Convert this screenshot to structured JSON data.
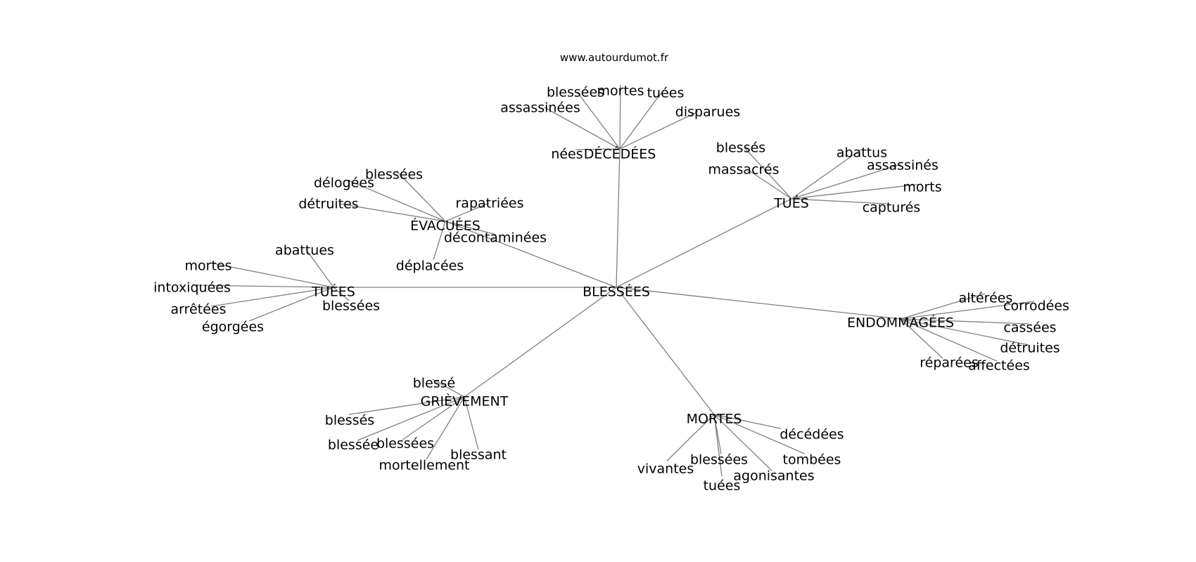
{
  "source": "www.autourdumot.fr",
  "center": "BLESSÉES",
  "clusters": [
    {
      "label": "DÉCÉDÉES",
      "words": [
        "blessées",
        "mortes",
        "tuées",
        "disparues",
        "assassinées",
        "nées"
      ]
    },
    {
      "label": "TUÉS",
      "words": [
        "blessés",
        "massacrés",
        "abattus",
        "assassinés",
        "morts",
        "capturés"
      ]
    },
    {
      "label": "ÉVACUÉES",
      "words": [
        "blessées",
        "délogées",
        "détruites",
        "rapatriées",
        "décontaminées",
        "déplacées"
      ]
    },
    {
      "label": "TUÉES",
      "words": [
        "abattues",
        "mortes",
        "intoxiquées",
        "arrêtées",
        "égorgées",
        "blessées"
      ]
    },
    {
      "label": "ENDOMMAGÉES",
      "words": [
        "altérées",
        "corrodées",
        "cassées",
        "détruites",
        "réparées",
        "affectées"
      ]
    },
    {
      "label": "GRIÈVEMENT",
      "words": [
        "blessé",
        "blessés",
        "blessée",
        "blessées",
        "mortellement",
        "blessant"
      ]
    },
    {
      "label": "MORTES",
      "words": [
        "décédées",
        "tombées",
        "vivantes",
        "blessées",
        "tuées",
        "agonisantes"
      ]
    }
  ]
}
